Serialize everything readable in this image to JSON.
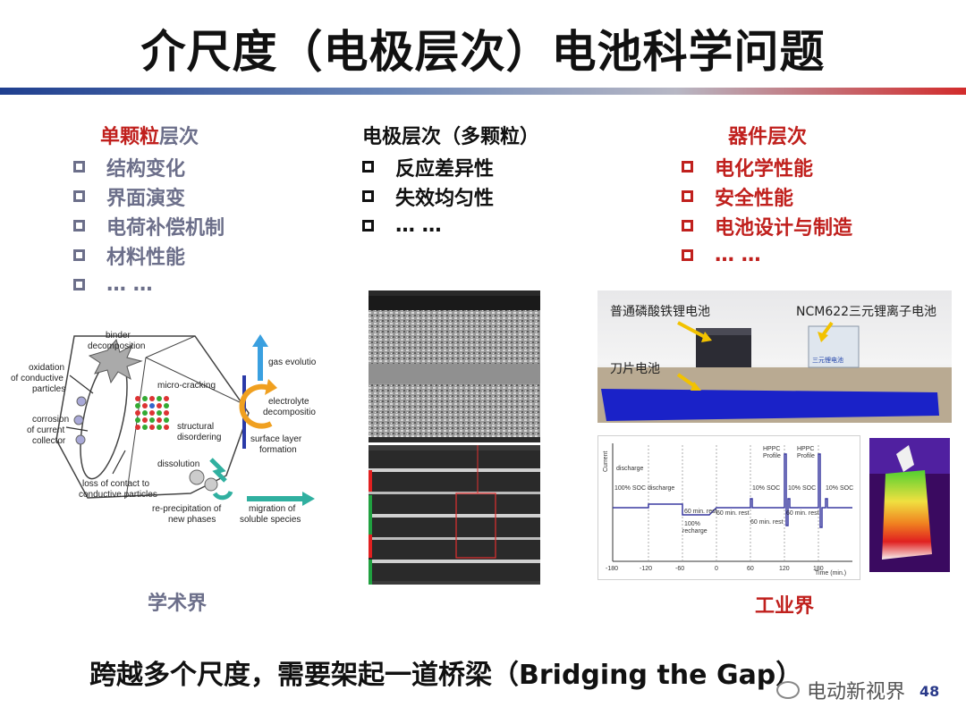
{
  "slide": {
    "title": "介尺度（电极层次）电池科学问题",
    "page_number": "48",
    "watermark": "电动新视界",
    "bottom_text": "跨越多个尺度，需要架起一道桥梁（Bridging the Gap）"
  },
  "left": {
    "heading_red": "单颗粒",
    "heading_rest": "层次",
    "items": [
      "结构变化",
      "界面演变",
      "电荷补偿机制",
      "材料性能",
      "… …"
    ],
    "caption": "学术界",
    "diagram_labels": {
      "binder": "binder",
      "decomposition": "decomposition",
      "oxidation": "oxidation",
      "of_conductive": "of conductive",
      "particles": "particles",
      "corrosion": "corrosion",
      "of_current": "of current",
      "collector": "collector",
      "micro_cracking": "micro-cracking",
      "structural": "structural",
      "disordering": "disordering",
      "dissolution": "dissolution",
      "loss_of_contact": "loss of contact to",
      "conductive_particles": "conductive particles",
      "reprecipitation": "re-precipitation of",
      "new_phases": "new phases",
      "migration": "migration of",
      "soluble_species": "soluble species",
      "gas_evolution": "gas evolutio",
      "electrolyte": "electrolyte",
      "decompositio": "decompositio",
      "surface_layer": "surface layer",
      "formation": "formation"
    }
  },
  "middle": {
    "heading": "电极层次（多颗粒）",
    "items": [
      "反应差异性",
      "失效均匀性",
      "… …"
    ]
  },
  "right": {
    "heading": "器件层次",
    "items": [
      "电化学性能",
      "安全性能",
      "电池设计与制造",
      "… …"
    ],
    "caption": "工业界",
    "photo_labels": {
      "lfp": "普通磷酸铁锂电池",
      "ncm": "NCM622三元锂离子电池",
      "blade": "刀片电池",
      "cell_mark": "三元锂电池"
    },
    "chart": {
      "y_label": "Current",
      "x_label": "Time (min.)",
      "x_ticks": [
        "-180",
        "-120",
        "-60",
        "0",
        "60",
        "120",
        "180"
      ],
      "annotations": {
        "discharge": "discharge",
        "soc_discharge": "100% SOC discharge",
        "rest1": "60 min. rest",
        "recharge_pct": "100%",
        "recharge": "recharge",
        "rest2": "60 min. rest",
        "hppc1": "HPPC",
        "hppc1b": "Profile",
        "hppc2": "HPPC",
        "hppc2b": "Profile",
        "soc1": "10% SOC",
        "soc2": "10% SOC",
        "soc3": "10% SOC",
        "rest3": "60 min. rest",
        "rest4": "60 min. rest"
      }
    }
  },
  "colors": {
    "red": "#c0201d",
    "gray_text": "#6c6f8a",
    "blade_blue": "#1a22c8",
    "curve": "#3a3aa0"
  }
}
